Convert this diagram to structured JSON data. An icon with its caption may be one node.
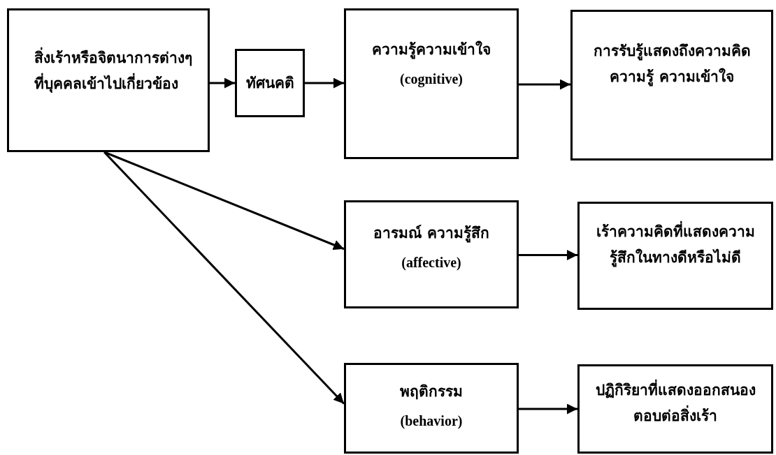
{
  "diagram": {
    "nodes": [
      {
        "text": [
          "สิ่งเร้าหรือจิตนาการต่างๆ ที่บุคคลเข้าไปเกี่ยวข้อง"
        ]
      },
      {
        "text": [
          "ทัศนคติ"
        ]
      },
      {
        "text": [
          "ความรู้ความเข้าใจ",
          "(cognitive)"
        ]
      },
      {
        "text": [
          "การรับรู้แสดงถึงความคิดความรู้ ความเข้าใจ"
        ]
      },
      {
        "text": [
          "อารมณ์ ความรู้สึก",
          "(affective)"
        ]
      },
      {
        "text": [
          "เร้าความคิดที่แสดงความรู้สึกในทางดีหรือไม่ดี"
        ]
      },
      {
        "text": [
          "พฤติกรรม",
          "(behavior)"
        ]
      },
      {
        "text": [
          "ปฏิกิริยาที่แสดงออกสนองตอบต่อสิ่งเร้า"
        ]
      }
    ],
    "edges": [
      {
        "from": 0,
        "to": 1,
        "arrow": "to"
      },
      {
        "from": 1,
        "to": 2,
        "arrow": "to"
      },
      {
        "from": 2,
        "to": 3,
        "arrow": "to"
      },
      {
        "from": 0,
        "to": 4,
        "arrow": "to"
      },
      {
        "from": 0,
        "to": 6,
        "arrow": "to"
      },
      {
        "from": 4,
        "to": 5,
        "arrow": "to"
      },
      {
        "from": 6,
        "to": 7,
        "arrow": "to"
      }
    ]
  }
}
